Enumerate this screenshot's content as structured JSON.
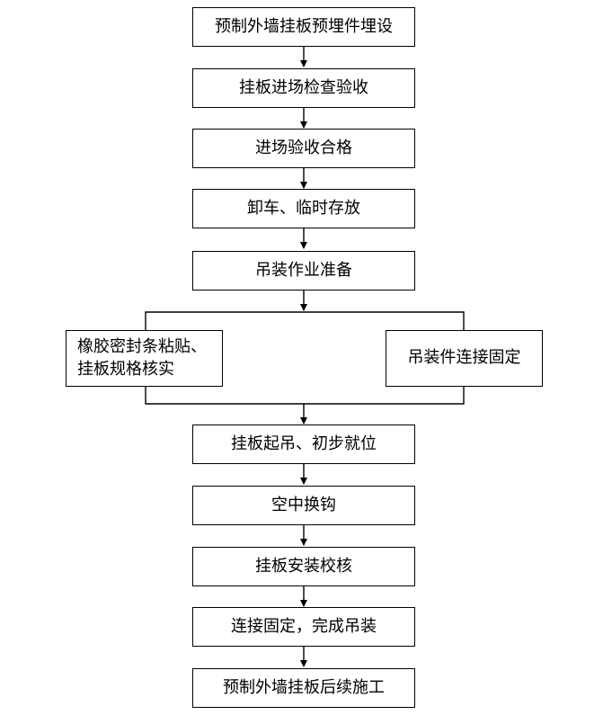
{
  "steps": [
    "预制外墙挂板预埋件埋设",
    "挂板进场检查验收",
    "进场验收合格",
    "卸车、临时存放",
    "吊装作业准备",
    "挂板起吊、初步就位",
    "空中换钩",
    "挂板安装校核",
    "连接固定，完成吊装",
    "预制外墙挂板后续施工"
  ],
  "branches": {
    "left": [
      "橡胶密封条粘贴、",
      "挂板规格核实"
    ],
    "right": "吊装件连接固定"
  }
}
